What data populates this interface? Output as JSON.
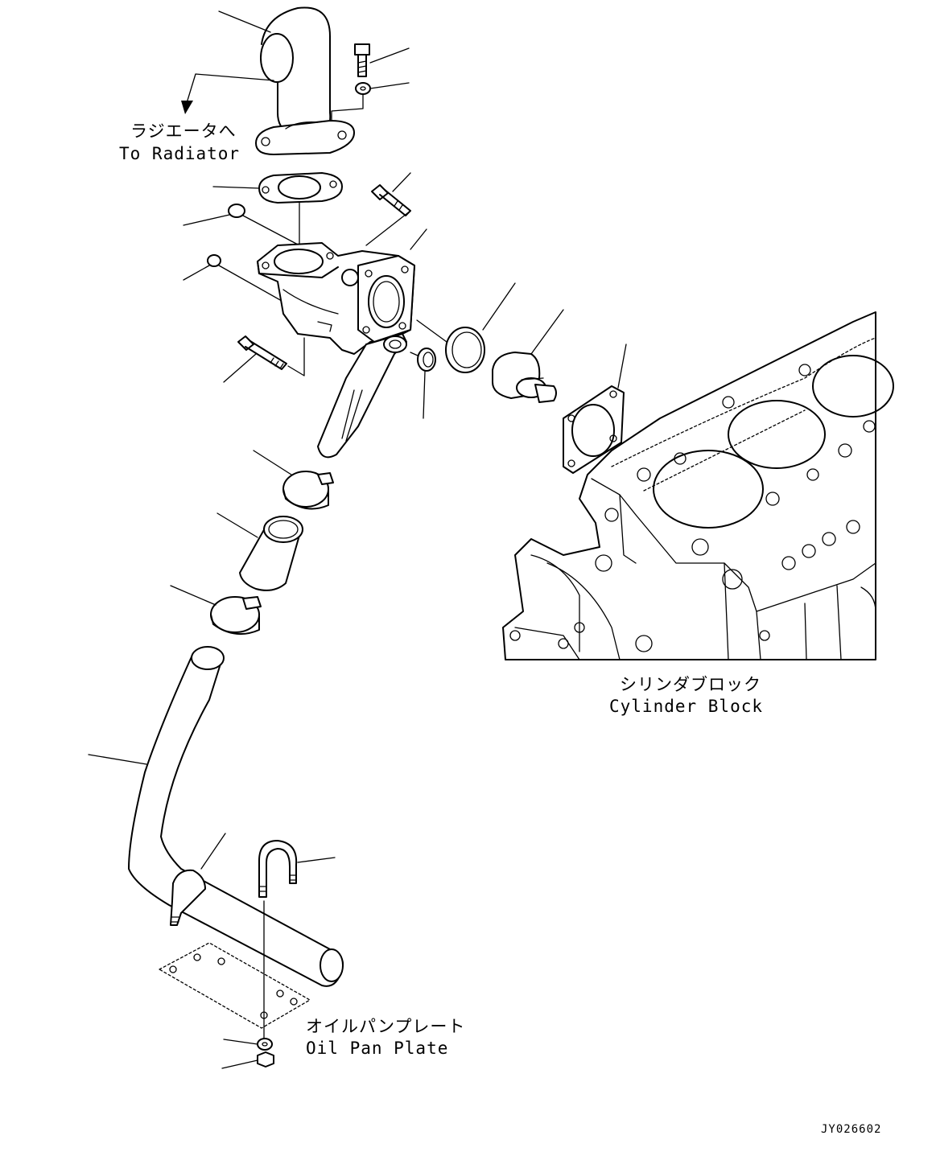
{
  "labels": {
    "radiator_jp": "ラジエータへ",
    "radiator_en": "To Radiator",
    "cylinder_block_jp": "シリンダブロック",
    "cylinder_block_en": "Cylinder Block",
    "oil_pan_plate_jp": "オイルパンプレート",
    "oil_pan_plate_en": "Oil Pan Plate",
    "drawing_code": "JY026602"
  }
}
